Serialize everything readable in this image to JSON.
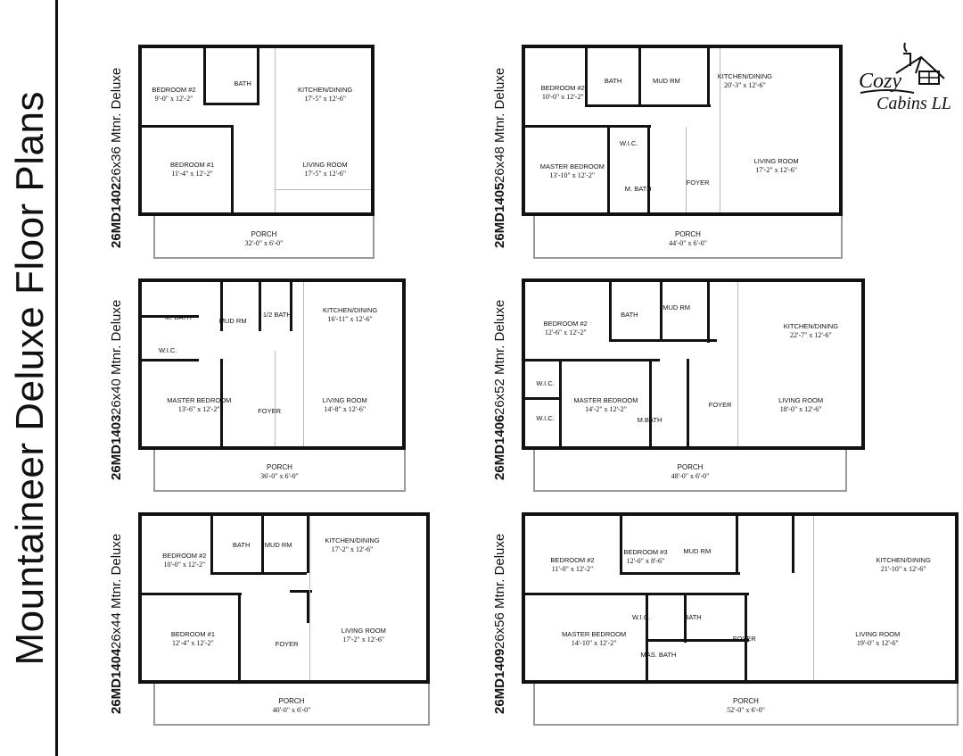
{
  "title": "Mountaineer Deluxe Floor Plans",
  "logo": {
    "line1": "Cozy",
    "line2": "Cabins LLC"
  },
  "plans": [
    {
      "code": "26MD1402",
      "model": "26x36 Mtnr. Deluxe",
      "rooms": [
        {
          "name": "BEDROOM #2",
          "size": "9'-0\" x 12'-2\""
        },
        {
          "name": "BATH",
          "size": ""
        },
        {
          "name": "KITCHEN/DINING",
          "size": "17'-5\" x 12'-6\""
        },
        {
          "name": "BEDROOM #1",
          "size": "11'-4\" x 12'-2\""
        },
        {
          "name": "LIVING ROOM",
          "size": "17'-5\" x 12'-6\""
        }
      ],
      "porch": {
        "name": "PORCH",
        "size": "32'-0\" x 6'-0\""
      }
    },
    {
      "code": "26MD1405",
      "model": "26x48 Mtnr. Deluxe",
      "rooms": [
        {
          "name": "BEDROOM #2",
          "size": "10'-0\" x 12'-2\""
        },
        {
          "name": "BATH",
          "size": ""
        },
        {
          "name": "MUD RM",
          "size": ""
        },
        {
          "name": "KITCHEN/DINING",
          "size": "20'-3\" x 12'-6\""
        },
        {
          "name": "MASTER BEDROOM",
          "size": "13'-10\" x 12'-2\""
        },
        {
          "name": "W.I.C.",
          "size": ""
        },
        {
          "name": "M. BATH",
          "size": ""
        },
        {
          "name": "FOYER",
          "size": ""
        },
        {
          "name": "LIVING ROOM",
          "size": "17'-2\" x 12'-6\""
        }
      ],
      "porch": {
        "name": "PORCH",
        "size": "44'-0\" x 6'-0\""
      }
    },
    {
      "code": "26MD1403",
      "model": "26x40 Mtnr. Deluxe",
      "rooms": [
        {
          "name": "M. BATH",
          "size": ""
        },
        {
          "name": "MUD RM",
          "size": ""
        },
        {
          "name": "1/2 BATH",
          "size": ""
        },
        {
          "name": "KITCHEN/DINING",
          "size": "16'-11\" x 12'-6\""
        },
        {
          "name": "W.I.C.",
          "size": ""
        },
        {
          "name": "MASTER BEDROOM",
          "size": "13'-6\" x 12'-2\""
        },
        {
          "name": "FOYER",
          "size": ""
        },
        {
          "name": "LIVING ROOM",
          "size": "14'-8\" x 12'-6\""
        }
      ],
      "porch": {
        "name": "PORCH",
        "size": "36'-0\" x 6'-0\""
      }
    },
    {
      "code": "26MD1406",
      "model": "26x52 Mtnr. Deluxe",
      "rooms": [
        {
          "name": "BEDROOM #2",
          "size": "12'-6\" x 12'-2\""
        },
        {
          "name": "BATH",
          "size": ""
        },
        {
          "name": "MUD RM",
          "size": ""
        },
        {
          "name": "KITCHEN/DINING",
          "size": "22'-7\" x 12'-6\""
        },
        {
          "name": "W.I.C.",
          "size": ""
        },
        {
          "name": "W.I.C.",
          "size": ""
        },
        {
          "name": "MASTER BEDROOM",
          "size": "14'-2\" x 12'-2\""
        },
        {
          "name": "M.BATH",
          "size": ""
        },
        {
          "name": "FOYER",
          "size": ""
        },
        {
          "name": "LIVING ROOM",
          "size": "18'-0\" x 12'-6\""
        }
      ],
      "porch": {
        "name": "PORCH",
        "size": "48'-0\" x 6'-0\""
      }
    },
    {
      "code": "26MD1404",
      "model": "26x44 Mtnr. Deluxe",
      "rooms": [
        {
          "name": "BEDROOM #2",
          "size": "10'-0\" x 12'-2\""
        },
        {
          "name": "BATH",
          "size": ""
        },
        {
          "name": "MUD RM",
          "size": ""
        },
        {
          "name": "KITCHEN/DINING",
          "size": "17'-2\" x 12'-6\""
        },
        {
          "name": "BEDROOM #1",
          "size": "12'-4\" x 12'-2\""
        },
        {
          "name": "FOYER",
          "size": ""
        },
        {
          "name": "LIVING ROOM",
          "size": "17'-2\" x 12'-6\""
        }
      ],
      "porch": {
        "name": "PORCH",
        "size": "40'-0\" x 6'-0\""
      }
    },
    {
      "code": "26MD1409",
      "model": "26x56 Mtnr. Deluxe",
      "rooms": [
        {
          "name": "BEDROOM #2",
          "size": "11'-0\" x 12'-2\""
        },
        {
          "name": "BEDROOM #3",
          "size": "12'-0\" x 8'-6\""
        },
        {
          "name": "MUD RM",
          "size": ""
        },
        {
          "name": "KITCHEN/DINING",
          "size": "21'-10\" x 12'-6\""
        },
        {
          "name": "MASTER BEDROOM",
          "size": "14'-10\" x 12'-2\""
        },
        {
          "name": "W.I.C.",
          "size": ""
        },
        {
          "name": "BATH",
          "size": ""
        },
        {
          "name": "MAS. BATH",
          "size": ""
        },
        {
          "name": "FOYER",
          "size": ""
        },
        {
          "name": "LIVING ROOM",
          "size": "19'-0\" x 12'-6\""
        }
      ],
      "porch": {
        "name": "PORCH",
        "size": "52'-0\" x 6'-0\""
      }
    }
  ]
}
